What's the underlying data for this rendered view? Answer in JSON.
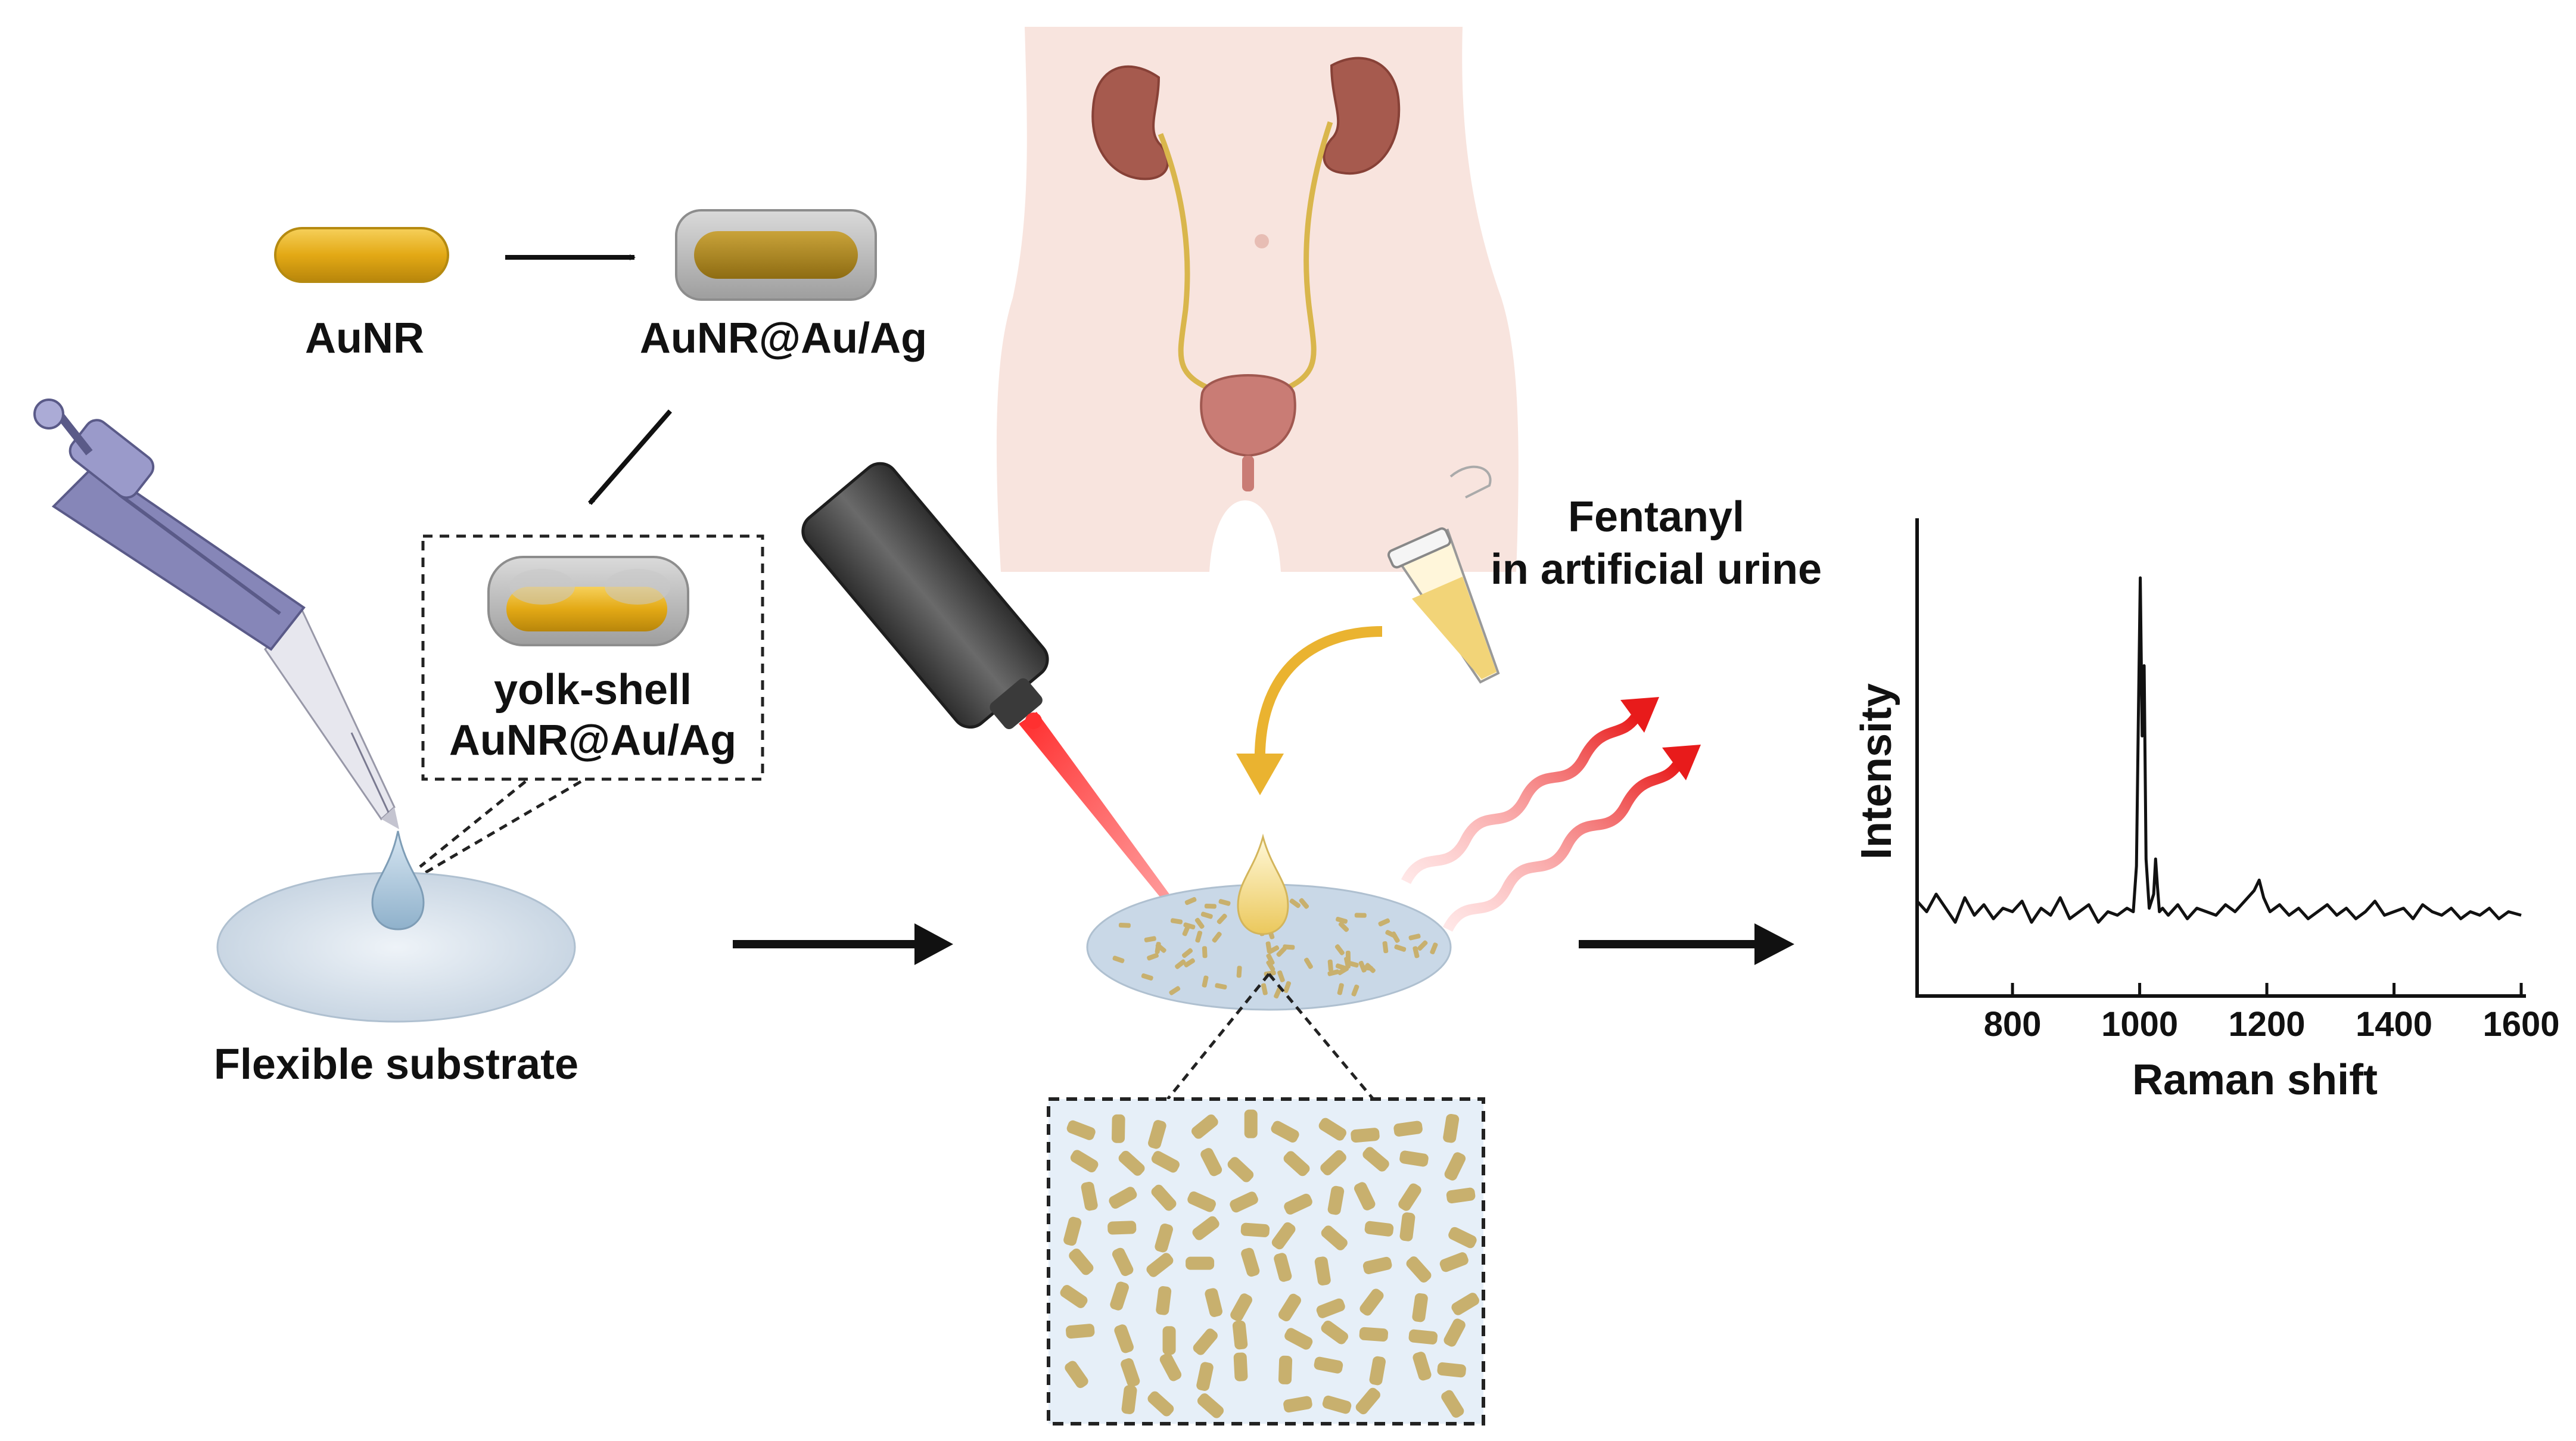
{
  "labels": {
    "aunr": "AuNR",
    "aunr_core_shell": "AuNR@Au/Ag",
    "yolk_shell_line1": "yolk-shell",
    "yolk_shell_line2": "AuNR@Au/Ag",
    "flexible_substrate": "Flexible substrate",
    "sample_line1": "Fentanyl",
    "sample_line2": "in artificial urine"
  },
  "colors": {
    "gold": "#E8B320",
    "gold_dark": "#B8860B",
    "shell_gray": "#B0B0B0",
    "laser_red": "#E02020",
    "body_skin": "#F8E4DE",
    "kidney": "#A65A4E",
    "substrate_blue": "#D6E4F0",
    "particle_tan": "#C8B06E",
    "urine_yellow": "#F3D77C",
    "arrow_yellow": "#EAB330"
  },
  "chart_data": {
    "type": "line",
    "xlabel": "Raman shift",
    "ylabel": "Intensity",
    "xlim": [
      650,
      1600
    ],
    "xticks": [
      800,
      1000,
      1200,
      1400,
      1600
    ],
    "yticks_shown": false,
    "grid": false,
    "legend": "none",
    "series": [
      {
        "x": [
          650,
          665,
          680,
          695,
          710,
          725,
          740,
          755,
          770,
          785,
          800,
          815,
          830,
          845,
          860,
          875,
          890,
          905,
          920,
          935,
          950,
          965,
          980,
          990,
          995,
          998,
          1001,
          1004,
          1007,
          1010,
          1015,
          1022,
          1025,
          1028,
          1031,
          1036,
          1045,
          1060,
          1075,
          1090,
          1105,
          1120,
          1135,
          1150,
          1165,
          1180,
          1188,
          1195,
          1205,
          1220,
          1235,
          1250,
          1265,
          1280,
          1295,
          1310,
          1325,
          1340,
          1355,
          1370,
          1385,
          1400,
          1415,
          1430,
          1445,
          1460,
          1475,
          1490,
          1505,
          1520,
          1535,
          1550,
          1565,
          1580,
          1600
        ],
        "y": [
          0.08,
          0.05,
          0.1,
          0.06,
          0.02,
          0.09,
          0.04,
          0.07,
          0.03,
          0.06,
          0.05,
          0.08,
          0.02,
          0.06,
          0.04,
          0.09,
          0.03,
          0.05,
          0.07,
          0.02,
          0.05,
          0.04,
          0.06,
          0.05,
          0.18,
          0.6,
          1.0,
          0.55,
          0.75,
          0.2,
          0.06,
          0.1,
          0.2,
          0.12,
          0.05,
          0.06,
          0.04,
          0.07,
          0.03,
          0.06,
          0.05,
          0.04,
          0.07,
          0.05,
          0.08,
          0.11,
          0.14,
          0.09,
          0.05,
          0.07,
          0.04,
          0.06,
          0.03,
          0.05,
          0.07,
          0.04,
          0.06,
          0.03,
          0.05,
          0.08,
          0.04,
          0.05,
          0.06,
          0.03,
          0.07,
          0.05,
          0.04,
          0.06,
          0.03,
          0.05,
          0.04,
          0.06,
          0.03,
          0.05,
          0.04
        ]
      }
    ]
  }
}
